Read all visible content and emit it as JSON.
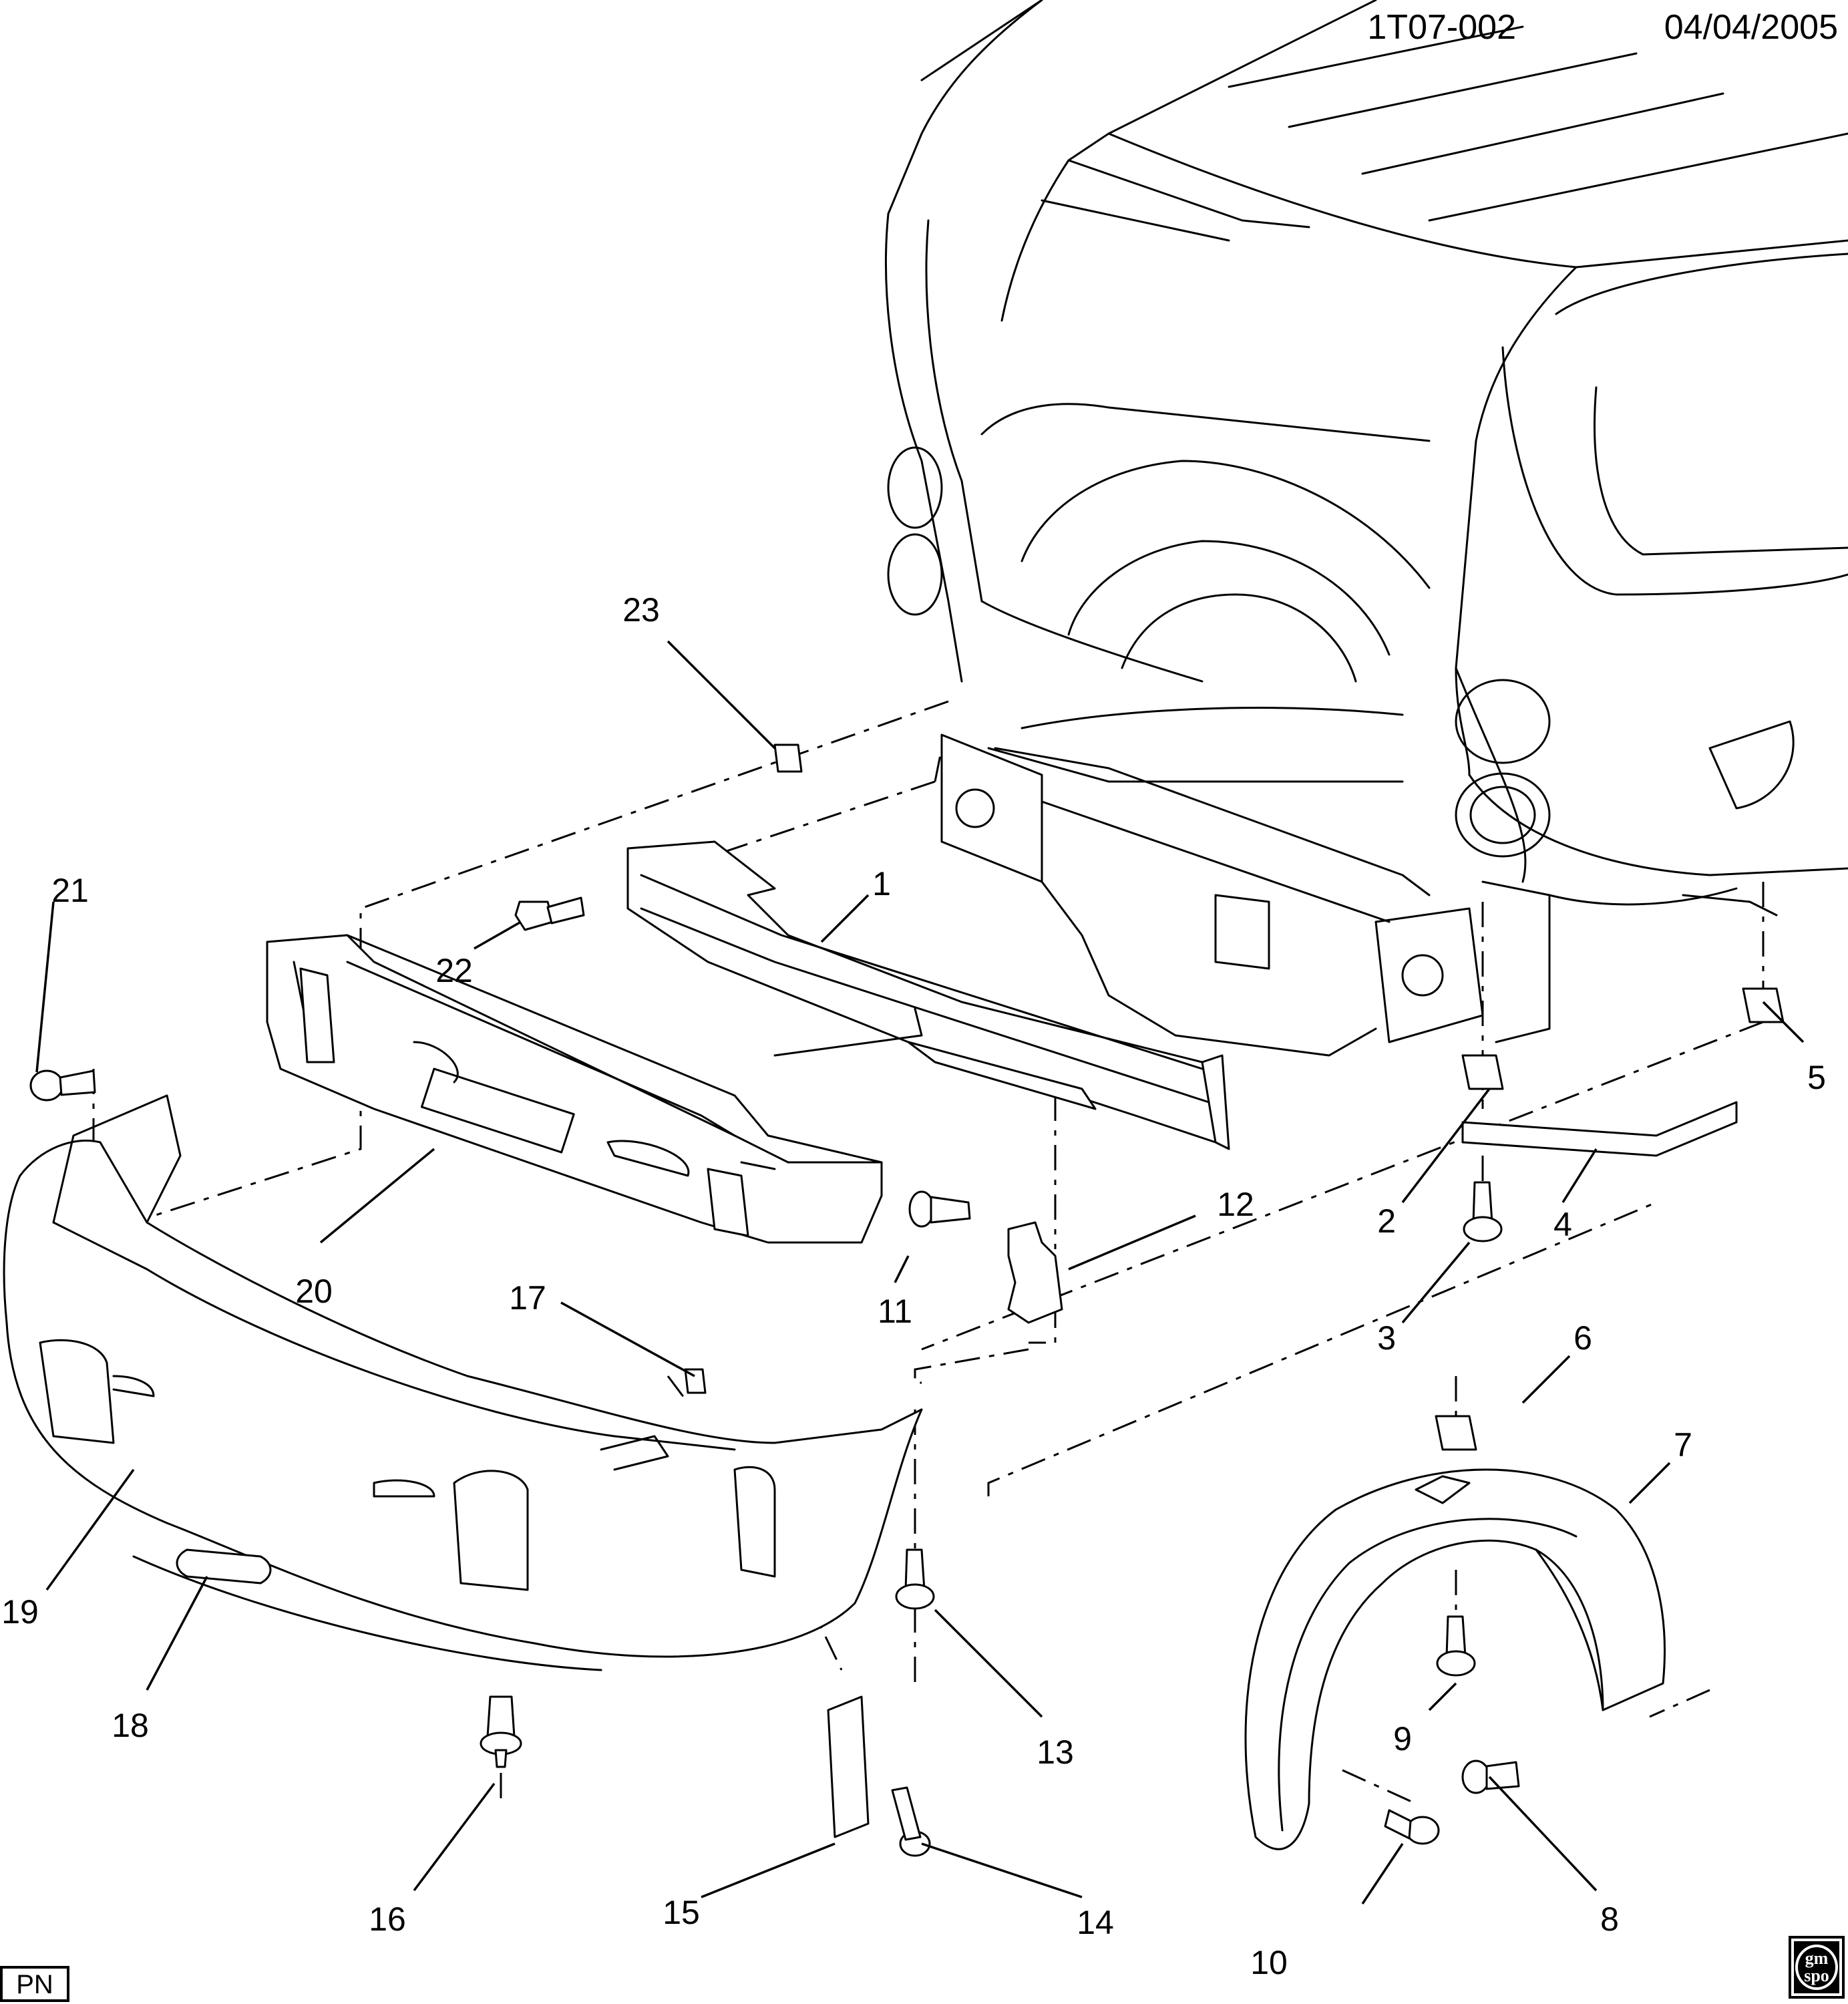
{
  "header": {
    "diagram_id": "1T07-002",
    "date": "04/04/2005"
  },
  "footer": {
    "pn_label": "PN",
    "logo_line1": "gm",
    "logo_line2": "spo"
  },
  "callouts": [
    {
      "id": "c1",
      "label": "1"
    },
    {
      "id": "c2",
      "label": "2"
    },
    {
      "id": "c3",
      "label": "3"
    },
    {
      "id": "c4",
      "label": "4"
    },
    {
      "id": "c5",
      "label": "5"
    },
    {
      "id": "c6",
      "label": "6"
    },
    {
      "id": "c7",
      "label": "7"
    },
    {
      "id": "c8",
      "label": "8"
    },
    {
      "id": "c9",
      "label": "9"
    },
    {
      "id": "c10",
      "label": "10"
    },
    {
      "id": "c11",
      "label": "11"
    },
    {
      "id": "c12",
      "label": "12"
    },
    {
      "id": "c13",
      "label": "13"
    },
    {
      "id": "c14",
      "label": "14"
    },
    {
      "id": "c15",
      "label": "15"
    },
    {
      "id": "c16",
      "label": "16"
    },
    {
      "id": "c17",
      "label": "17"
    },
    {
      "id": "c18",
      "label": "18"
    },
    {
      "id": "c19",
      "label": "19"
    },
    {
      "id": "c20",
      "label": "20"
    },
    {
      "id": "c21",
      "label": "21"
    },
    {
      "id": "c22",
      "label": "22"
    },
    {
      "id": "c23",
      "label": "23"
    }
  ]
}
